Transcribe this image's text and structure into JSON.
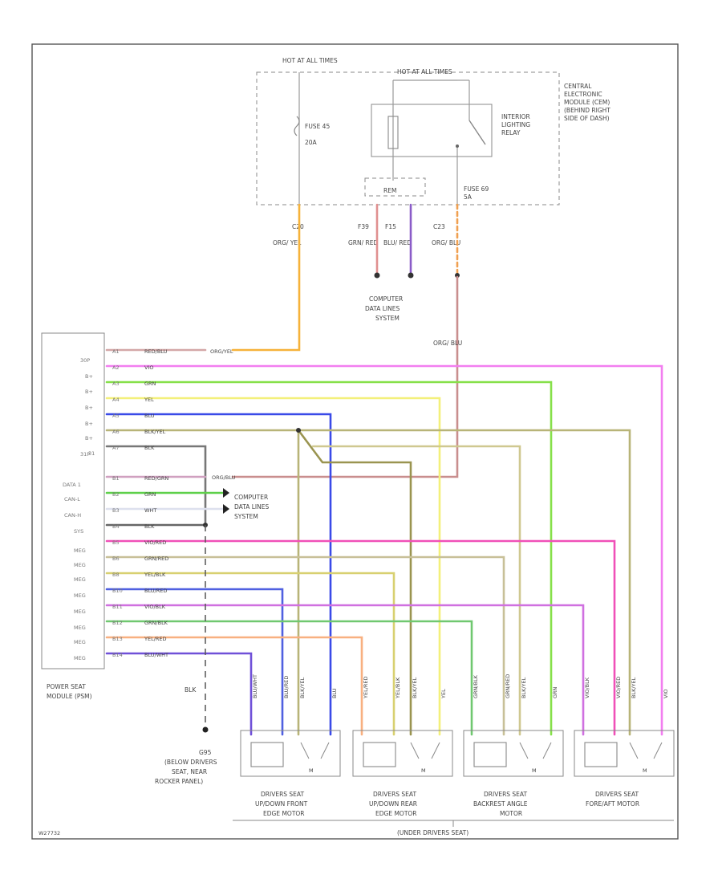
{
  "colors": {
    "org_yel": "#f6b23a",
    "org_blu": "#c98e8e",
    "org_blu_dash": "#f0a050",
    "grn_red": "#d88",
    "blu_red": "#8a5cc8",
    "vio": "#f060e0",
    "grn": "#7ddc3c",
    "yel": "#f2ef60",
    "blu": "#3040e8",
    "blk_yel": "#b8b070",
    "blk": "#666666",
    "red_grn": "#c8a0c8",
    "wht": "#d8d8e8",
    "vio_red": "#f040b0",
    "grn_red2": "#c8b890",
    "yel_blk": "#d8d070",
    "vio_blk": "#c060d8",
    "grn_blk": "#70c870",
    "yel_red": "#f8b080",
    "blu_wht": "#7050d8"
  },
  "top": {
    "hot_at_all_times_1": "HOT AT ALL TIMES",
    "hot_at_all_times_2": "HOT AT ALL TIMES",
    "fuse_a": "FUSE 45",
    "fuse_a_amp": "20A",
    "fuse_b": "FUSE 69",
    "fuse_b_amp": "5A",
    "relay_label": [
      "INTERIOR",
      "LIGHTING",
      "RELAY"
    ],
    "cem_label": [
      "CENTRAL",
      "ELECTRONIC",
      "MODULE (CEM)",
      "(BEHIND RIGHT",
      "SIDE OF DASH)"
    ],
    "cem_connector": "REM",
    "pins": [
      "C20",
      "F39",
      "F15",
      "C23"
    ],
    "wires": [
      "ORG/ YEL",
      "GRN/ RED",
      "BLU/ RED",
      "ORG/ BLU"
    ],
    "cdl_system": [
      "COMPUTER",
      "DATA LINES",
      "SYSTEM"
    ],
    "org_blu_mid": "ORG/ BLU"
  },
  "module": {
    "label": [
      "POWER SEAT",
      "MODULE (PSM)"
    ],
    "pins_left": [
      "30P",
      "B+",
      "B+",
      "B+",
      "B+",
      "B+",
      "31",
      "31P",
      "",
      "DATA 1",
      "CAN-L",
      "CAN-H",
      "SYS",
      "MEG",
      "MEG",
      "MEG",
      "MEG",
      "MEG",
      "MEG",
      "MEG",
      "MEG"
    ],
    "rows": [
      {
        "pin": "A1",
        "wire": "RED/BLU"
      },
      {
        "pin": "A2",
        "wire": "VIO"
      },
      {
        "pin": "A3",
        "wire": "GRN"
      },
      {
        "pin": "A4",
        "wire": "YEL"
      },
      {
        "pin": "A5",
        "wire": "BLU"
      },
      {
        "pin": "A6",
        "wire": "BLK/YEL"
      },
      {
        "pin": "A7",
        "wire": "BLK"
      },
      {
        "pin": "B1",
        "wire": "RED/GRN"
      },
      {
        "pin": "B2",
        "wire": "GRN"
      },
      {
        "pin": "B3",
        "wire": "WHT"
      },
      {
        "pin": "B4",
        "wire": "BLK"
      },
      {
        "pin": "B5",
        "wire": "VIO/RED"
      },
      {
        "pin": "B6",
        "wire": "GRN/RED"
      },
      {
        "pin": "B8",
        "wire": "YEL/BLK"
      },
      {
        "pin": "B10",
        "wire": "BLU/RED"
      },
      {
        "pin": "B11",
        "wire": "VIO/BLK"
      },
      {
        "pin": "B12",
        "wire": "GRN/BLK"
      },
      {
        "pin": "B13",
        "wire": "YEL/RED"
      },
      {
        "pin": "B14",
        "wire": "BLU/WHT"
      }
    ],
    "org_yel_tag": "ORG/YEL",
    "org_blu_tag": "ORG/BLU",
    "cdl_mid": [
      "COMPUTER",
      "DATA LINES",
      "SYSTEM"
    ]
  },
  "ground": {
    "wire": "BLK",
    "id": "G95",
    "label": [
      "(BELOW DRIVERS",
      "SEAT, NEAR",
      "ROCKER PANEL)"
    ]
  },
  "motors": [
    {
      "name": [
        "DRIVERS SEAT",
        "UP/DOWN FRONT",
        "EDGE MOTOR"
      ],
      "wires": [
        "BLU/WHT",
        "BLU/RED",
        "BLK/YEL",
        "BLU"
      ]
    },
    {
      "name": [
        "DRIVERS SEAT",
        "UP/DOWN REAR",
        "EDGE MOTOR"
      ],
      "wires": [
        "YEL/RED",
        "YEL/BLK",
        "BLK/YEL",
        "YEL"
      ]
    },
    {
      "name": [
        "DRIVERS SEAT",
        "BACKREST ANGLE",
        "MOTOR"
      ],
      "wires": [
        "GRN/BLK",
        "GRN/RED",
        "BLK/YEL",
        "GRN"
      ]
    },
    {
      "name": [
        "DRIVERS SEAT",
        "FORE/AFT MOTOR"
      ],
      "wires": [
        "VIO/BLK",
        "VIO/RED",
        "BLK/YEL",
        "VIO"
      ]
    }
  ],
  "motor_m": "M",
  "footer": {
    "group": "(UNDER DRIVERS SEAT)",
    "code": "W27732"
  }
}
